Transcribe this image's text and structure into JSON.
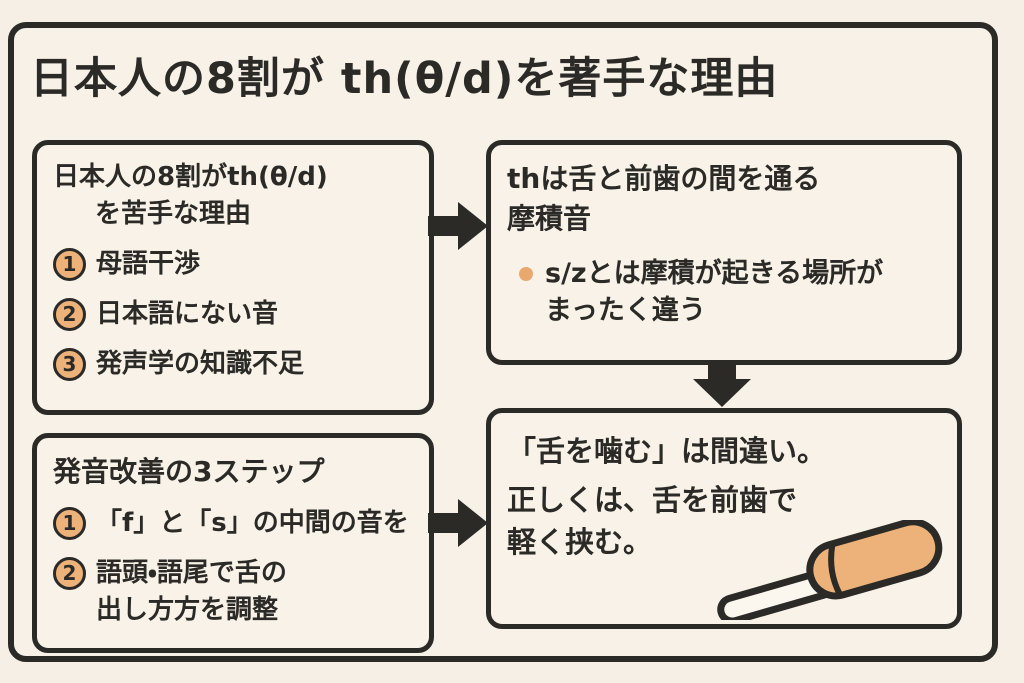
{
  "colors": {
    "ink": "#2b2a26",
    "paper": "#f6efe6",
    "box_fill": "#f8f2e9",
    "accent_orange": "#edb27a",
    "bullet_orange": "#e9a96e",
    "rod_white": "#fbf6ee"
  },
  "title": "日本人の8割が th(θ/d)を著手な理由",
  "boxes": {
    "top_left": {
      "heading_line1": "日本人の8割がth(θ/d)",
      "heading_line2": "を苦手な理由",
      "items": [
        {
          "num": "1",
          "text": "母語干渉"
        },
        {
          "num": "2",
          "text": "日本語にない音"
        },
        {
          "num": "3",
          "text": "発声学の知識不足"
        }
      ]
    },
    "top_right": {
      "heading_line1": "thは舌と前歯の間を通る",
      "heading_line2": "摩積音",
      "bullet_line1": "s/zとは摩積が起きる場所が",
      "bullet_line2": "まったく違う"
    },
    "bottom_left": {
      "heading": "発音改善の3ステップ",
      "items": [
        {
          "num": "1",
          "line1": "「f」と「s」の中間の音を",
          "line2": ""
        },
        {
          "num": "2",
          "line1": "語頭・語尾で舌の",
          "line2": "出し方方を調整"
        }
      ]
    },
    "bottom_right": {
      "line1": "「舌を噛む」は間違い。",
      "line2": "正しくは、舌を前歯で",
      "line3": "軽く挟む。"
    }
  },
  "icons": {
    "arrow_right": "arrow-right",
    "arrow_down": "arrow-down",
    "illustration": "tongue-between-teeth-stick"
  }
}
